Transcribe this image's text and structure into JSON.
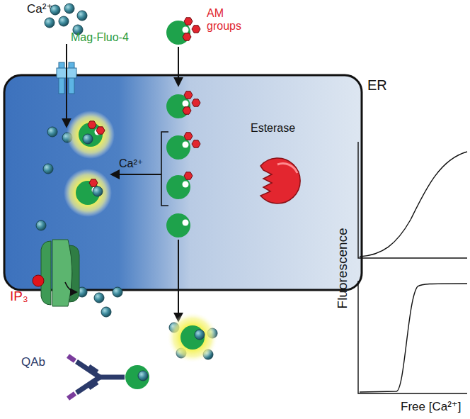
{
  "diagram": {
    "nodes": [
      {
        "text": [
          "ER"
        ]
      }
    ],
    "labels": [
      "Ca²⁺",
      "Mag-Fluo-4",
      "AM groups",
      "Esterase",
      "Ca²⁺",
      "IP₃",
      "QAb",
      "Fluorescence",
      "Free [Ca²⁺]"
    ]
  }
}
